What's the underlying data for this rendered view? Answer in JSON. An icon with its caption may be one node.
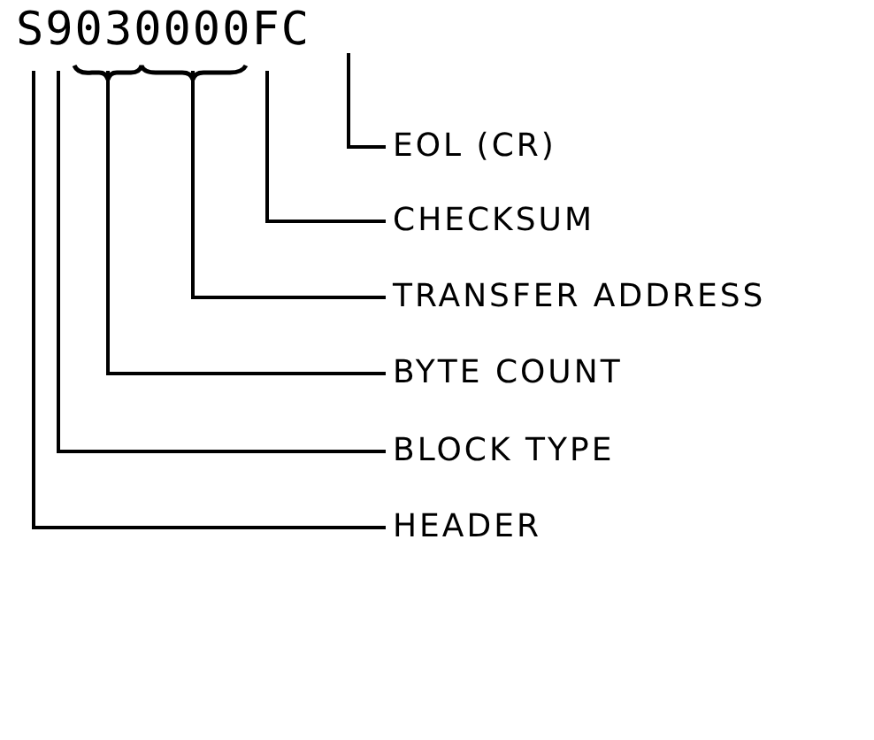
{
  "diagram": {
    "nodes": [
      {
        "text": [
          "EOL (CR)"
        ]
      },
      {
        "text": [
          "CHECKSUM"
        ]
      },
      {
        "text": [
          "TRANSFER ADDRESS"
        ]
      },
      {
        "text": [
          "BYTE COUNT"
        ]
      },
      {
        "text": [
          "BLOCK TYPE"
        ]
      },
      {
        "text": [
          "HEADER"
        ]
      }
    ],
    "edges": [
      {
        "from": 0,
        "to": null,
        "arrow": "none"
      },
      {
        "from": 1,
        "to": null,
        "arrow": "none"
      },
      {
        "from": 2,
        "to": null,
        "arrow": "none"
      },
      {
        "from": 3,
        "to": null,
        "arrow": "none"
      },
      {
        "from": 4,
        "to": null,
        "arrow": "none"
      },
      {
        "from": 5,
        "to": null,
        "arrow": "none"
      }
    ],
    "labels": [
      "S9030000FC"
    ]
  }
}
